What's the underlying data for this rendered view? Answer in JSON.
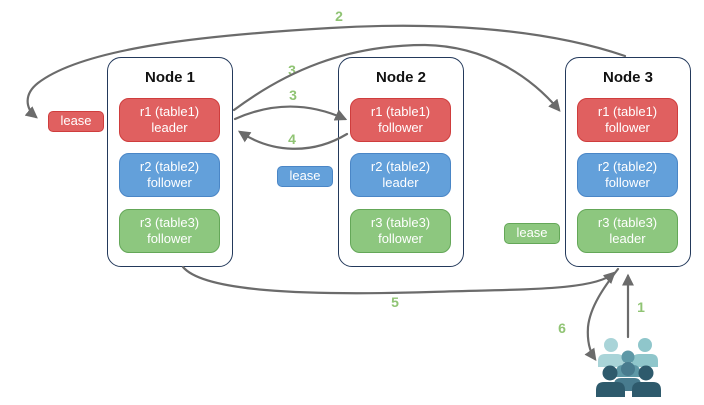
{
  "diagram": {
    "nodes": [
      {
        "title": "Node 1",
        "replicas": [
          {
            "name": "r1 (table1)",
            "role": "leader",
            "color_key": "red"
          },
          {
            "name": "r2 (table2)",
            "role": "follower",
            "color_key": "blue"
          },
          {
            "name": "r3 (table3)",
            "role": "follower",
            "color_key": "green"
          }
        ]
      },
      {
        "title": "Node 2",
        "replicas": [
          {
            "name": "r1 (table1)",
            "role": "follower",
            "color_key": "red"
          },
          {
            "name": "r2 (table2)",
            "role": "leader",
            "color_key": "blue"
          },
          {
            "name": "r3 (table3)",
            "role": "follower",
            "color_key": "green"
          }
        ]
      },
      {
        "title": "Node 3",
        "replicas": [
          {
            "name": "r1 (table1)",
            "role": "follower",
            "color_key": "red"
          },
          {
            "name": "r2 (table2)",
            "role": "follower",
            "color_key": "blue"
          },
          {
            "name": "r3 (table3)",
            "role": "leader",
            "color_key": "green"
          }
        ]
      }
    ],
    "leases": [
      {
        "label": "lease",
        "color_key": "red",
        "position": "left-of-node-1"
      },
      {
        "label": "lease",
        "color_key": "blue",
        "position": "between-node-1-and-node-2"
      },
      {
        "label": "lease",
        "color_key": "green",
        "position": "between-node-2-and-node-3"
      }
    ],
    "steps": [
      {
        "label": "1"
      },
      {
        "label": "2"
      },
      {
        "label": "3"
      },
      {
        "label": "3"
      },
      {
        "label": "4"
      },
      {
        "label": "5"
      },
      {
        "label": "6"
      }
    ],
    "icons": {
      "clients": "users-group-icon"
    },
    "colors": {
      "red_fill": "#e06060",
      "red_border": "#cf3d3d",
      "blue_fill": "#63a0da",
      "blue_border": "#4a86c6",
      "green_fill": "#8dc77f",
      "green_border": "#64a758",
      "node_border": "#23395b",
      "step_green": "#90c474",
      "arrow_gray": "#6b6b6b",
      "people": {
        "light_a": "#a9d4d8",
        "light_b": "#8fc6cb",
        "mid": "#5e98a6",
        "mid_dark": "#487b8e",
        "dark": "#2e5a6c"
      }
    }
  }
}
